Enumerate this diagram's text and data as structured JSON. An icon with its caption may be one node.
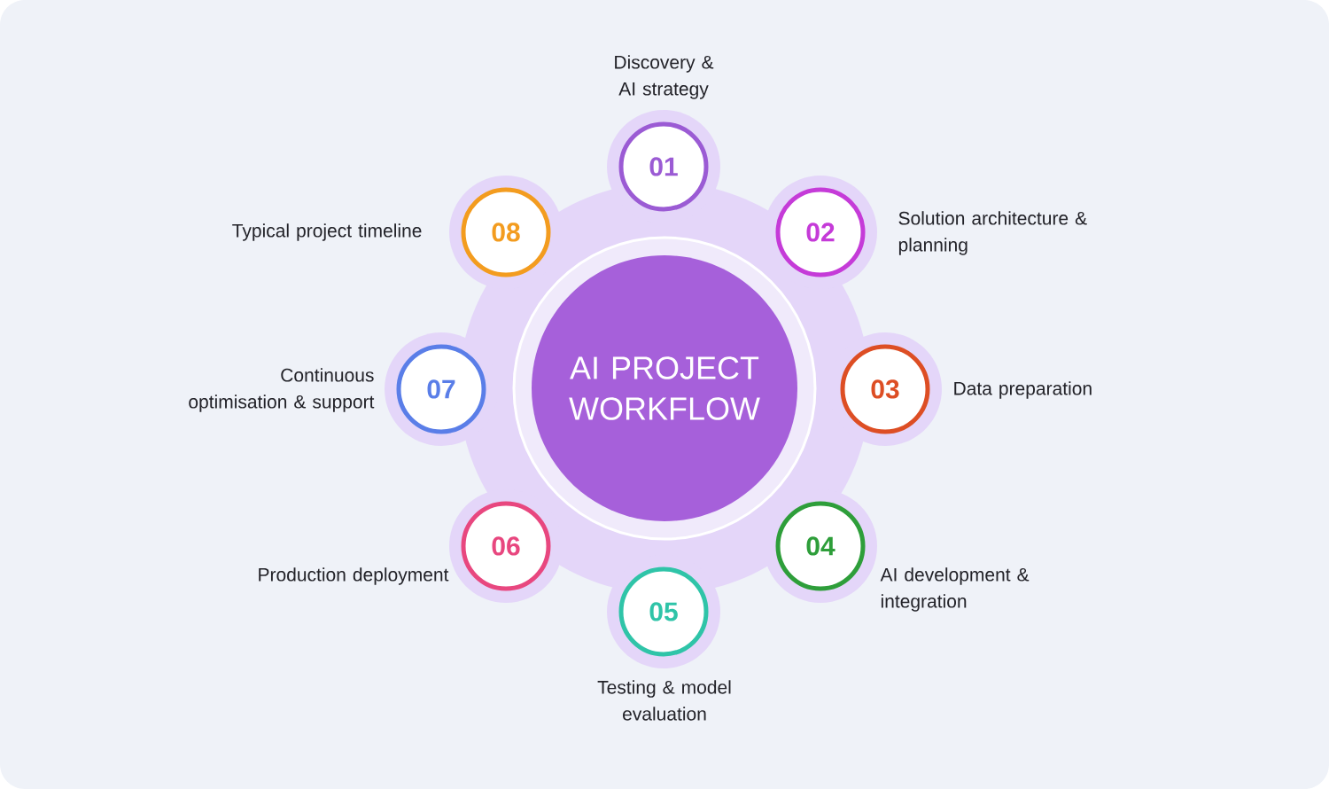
{
  "diagram": {
    "nodes": [
      {
        "text": [
          "AI PROJECT WORKFLOW"
        ]
      },
      {
        "text": [
          "01"
        ],
        "beside": [
          "Discovery & AI strategy"
        ]
      },
      {
        "text": [
          "02"
        ],
        "beside": [
          "Solution architecture & planning"
        ]
      },
      {
        "text": [
          "03"
        ],
        "beside": [
          "Data preparation"
        ]
      },
      {
        "text": [
          "04"
        ],
        "beside": [
          "AI development & integration"
        ]
      },
      {
        "text": [
          "05"
        ],
        "beside": [
          "Testing & model evaluation"
        ]
      },
      {
        "text": [
          "06"
        ],
        "beside": [
          "Production deployment"
        ]
      },
      {
        "text": [
          "07"
        ],
        "beside": [
          "Continuous optimisation & support"
        ]
      },
      {
        "text": [
          "08"
        ],
        "beside": [
          "Typical project timeline"
        ]
      }
    ]
  }
}
